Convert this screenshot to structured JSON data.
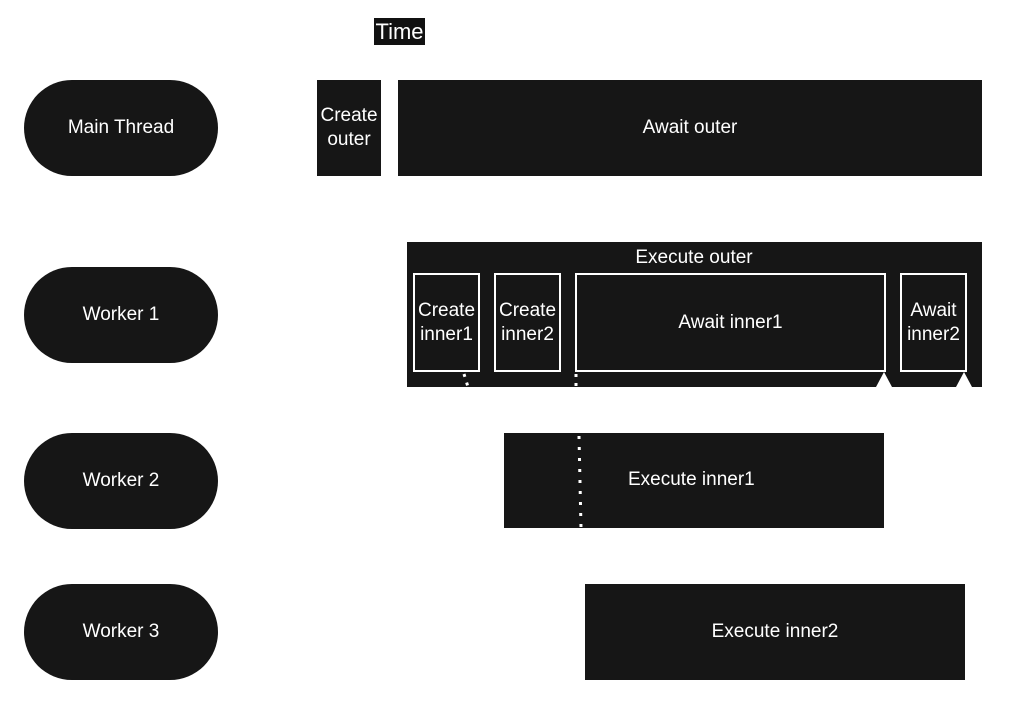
{
  "title": "Time",
  "lanes": {
    "main": "Main Thread",
    "w1": "Worker 1",
    "w2": "Worker 2",
    "w3": "Worker 3"
  },
  "main_thread": {
    "create_outer": "Create\nouter",
    "await_outer": "Await outer"
  },
  "worker1": {
    "execute_outer": "Execute outer",
    "create_inner1": "Create\ninner1",
    "create_inner2": "Create\ninner2",
    "await_inner1": "Await inner1",
    "await_inner2": "Await\ninner2"
  },
  "worker2": {
    "execute_inner1": "Execute inner1"
  },
  "worker3": {
    "execute_inner2": "Execute inner2"
  }
}
